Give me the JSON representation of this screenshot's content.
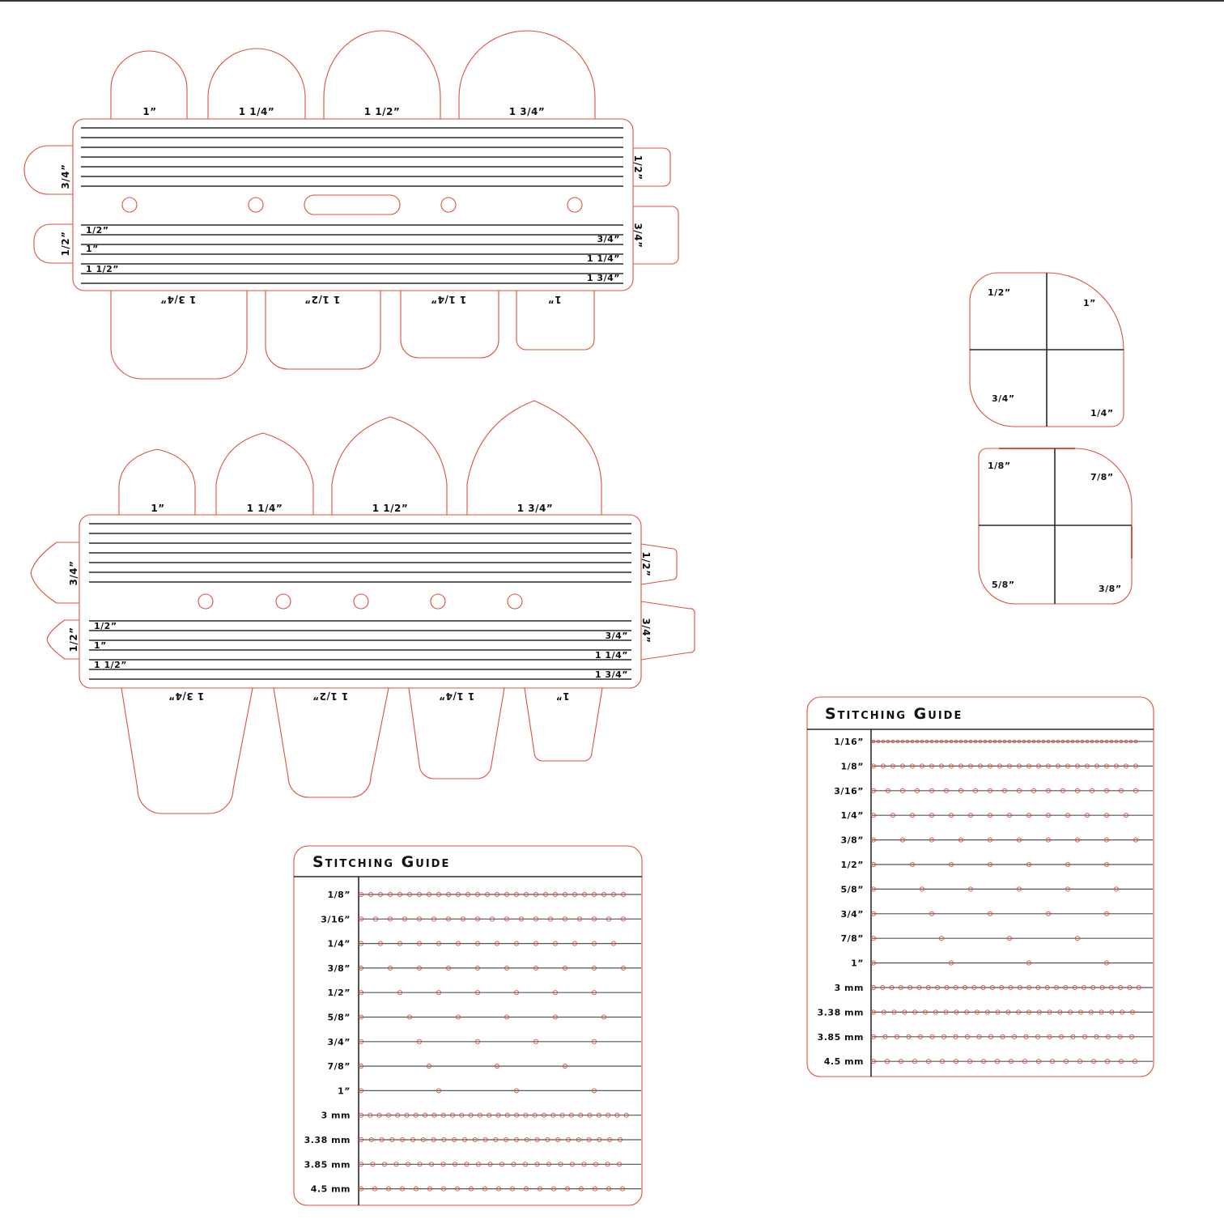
{
  "template_top": {
    "top_tabs": [
      "1”",
      "1 1/4”",
      "1 1/2”",
      "1 3/4”"
    ],
    "bottom_tabs": [
      "1 3/4”",
      "1 1/2”",
      "1 1/4”",
      "1”"
    ],
    "left_tabs": [
      "3/4”",
      "1/2”"
    ],
    "right_tabs": [
      "1/2”",
      "3/4”"
    ],
    "offset_left": [
      "1/2”",
      "1”",
      "1 1/2”"
    ],
    "offset_right": [
      "3/4”",
      "1 1/4”",
      "1 3/4”"
    ]
  },
  "template_bottom": {
    "top_tabs": [
      "1”",
      "1 1/4”",
      "1 1/2”",
      "1 3/4”"
    ],
    "bottom_tabs": [
      "1 3/4”",
      "1 1/2”",
      "1 1/4”",
      "1”"
    ],
    "left_tabs": [
      "3/4”",
      "1/2”"
    ],
    "right_tabs": [
      "1/2”",
      "3/4”"
    ],
    "offset_left": [
      "1/2”",
      "1”",
      "1 1/2”"
    ],
    "offset_right": [
      "3/4”",
      "1 1/4”",
      "1 3/4”"
    ]
  },
  "corner_a": [
    "1/2”",
    "1”",
    "3/4”",
    "1/4”"
  ],
  "corner_b": [
    "1/8”",
    "7/8”",
    "5/8”",
    "3/8”"
  ],
  "guide_left": {
    "title": "Stitching Guide",
    "rows": [
      {
        "label": "1/8”",
        "spacing": 12
      },
      {
        "label": "3/16”",
        "spacing": 18
      },
      {
        "label": "1/4”",
        "spacing": 24
      },
      {
        "label": "3/8”",
        "spacing": 36
      },
      {
        "label": "1/2”",
        "spacing": 48
      },
      {
        "label": "5/8”",
        "spacing": 60
      },
      {
        "label": "3/4”",
        "spacing": 72
      },
      {
        "label": "7/8”",
        "spacing": 84
      },
      {
        "label": "1”",
        "spacing": 96
      },
      {
        "label": "3 mm",
        "spacing": 11.3
      },
      {
        "label": "3.38 mm",
        "spacing": 12.8
      },
      {
        "label": "3.85 mm",
        "spacing": 14.5
      },
      {
        "label": "4.5 mm",
        "spacing": 17
      }
    ]
  },
  "guide_right": {
    "title": "Stitching Guide",
    "rows": [
      {
        "label": "1/16”",
        "spacing": 6
      },
      {
        "label": "1/8”",
        "spacing": 12
      },
      {
        "label": "3/16”",
        "spacing": 18
      },
      {
        "label": "1/4”",
        "spacing": 24
      },
      {
        "label": "3/8”",
        "spacing": 36
      },
      {
        "label": "1/2”",
        "spacing": 48
      },
      {
        "label": "5/8”",
        "spacing": 60
      },
      {
        "label": "3/4”",
        "spacing": 72
      },
      {
        "label": "7/8”",
        "spacing": 84
      },
      {
        "label": "1”",
        "spacing": 96
      },
      {
        "label": "3 mm",
        "spacing": 11.3
      },
      {
        "label": "3.38 mm",
        "spacing": 12.8
      },
      {
        "label": "3.85 mm",
        "spacing": 14.5
      },
      {
        "label": "4.5 mm",
        "spacing": 17
      }
    ]
  }
}
